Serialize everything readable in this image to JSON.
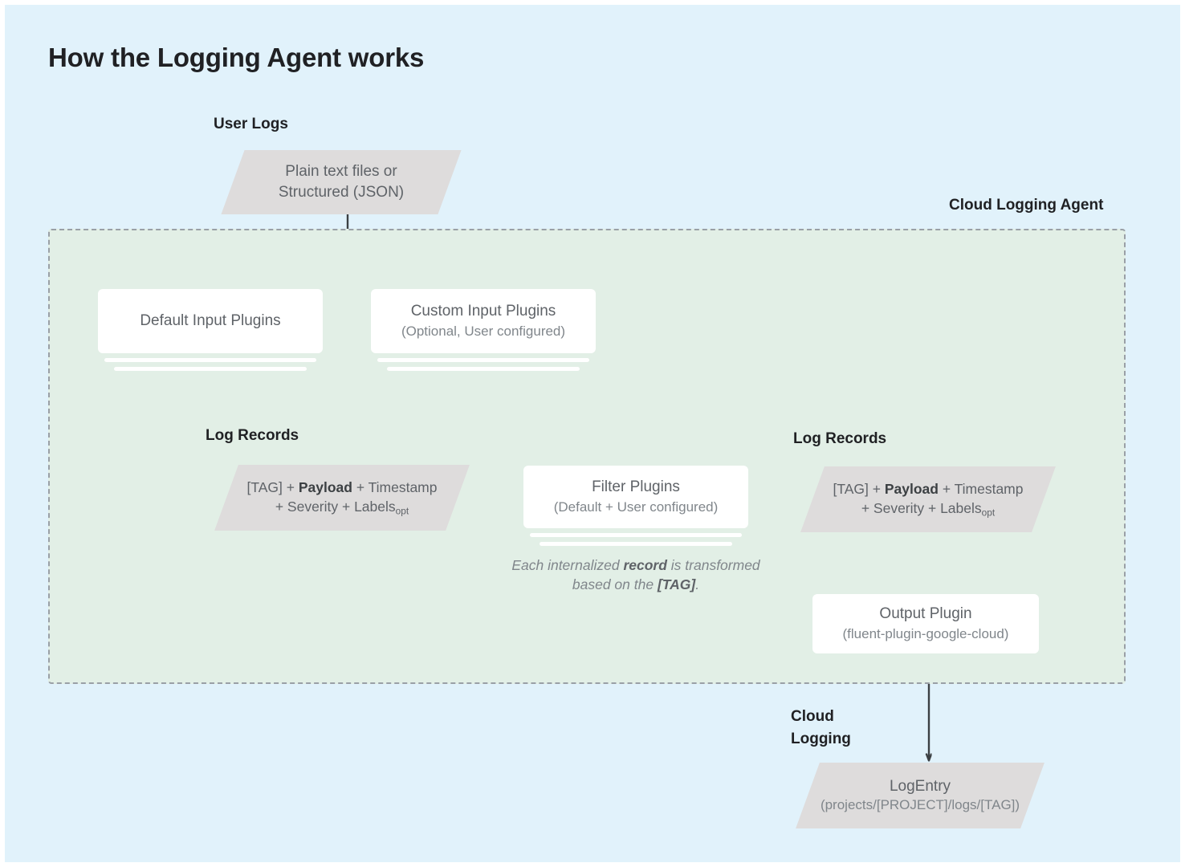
{
  "page": {
    "title": "How the Logging Agent works",
    "background_color": "#e1f2fb",
    "panel_color": "#e2efe6",
    "shape_color": "#dedcdc",
    "text_color": "#5f6368",
    "line_color": "#3c4043"
  },
  "labels": {
    "user_logs": "User Logs",
    "cloud_logging_agent": "Cloud Logging Agent",
    "cloud_logging": "Cloud\nLogging",
    "cloud_logging_line1": "Cloud",
    "cloud_logging_line2": "Logging",
    "log_records_left": "Log Records",
    "log_records_right": "Log Records"
  },
  "nodes": {
    "user_logs_source": {
      "shape": "parallelogram",
      "line1": "Plain text files or",
      "line2": "Structured (JSON)"
    },
    "default_input_plugins": {
      "shape": "card-stacked",
      "line1": "Default Input Plugins",
      "line2": ""
    },
    "custom_input_plugins": {
      "shape": "card-stacked",
      "line1": "Custom Input Plugins",
      "line2": "(Optional, User configured)"
    },
    "log_record_left": {
      "shape": "parallelogram",
      "part_tag": "[TAG] + ",
      "part_payload": "Payload",
      "part_rest": " + Timestamp",
      "line2_prefix": "+ Severity + Labels",
      "line2_sub": "opt"
    },
    "filter_plugins": {
      "shape": "card-stacked",
      "line1": "Filter Plugins",
      "line2": "(Default + User configured)"
    },
    "transform_caption": {
      "part1": "Each internalized ",
      "part2_bold": "record",
      "part3": " is transformed based on the ",
      "part4_bold": "[TAG]",
      "part5": "."
    },
    "log_record_right": {
      "shape": "parallelogram",
      "part_tag": "[TAG] + ",
      "part_payload": "Payload",
      "part_rest": " + Timestamp",
      "line2_prefix": "+ Severity + Labels",
      "line2_sub": "opt"
    },
    "output_plugin": {
      "shape": "card",
      "line1": "Output Plugin",
      "line2": "(fluent-plugin-google-cloud)"
    },
    "log_entry": {
      "shape": "parallelogram",
      "line1": "LogEntry",
      "line2": "(projects/[PROJECT]/logs/[TAG])"
    }
  }
}
